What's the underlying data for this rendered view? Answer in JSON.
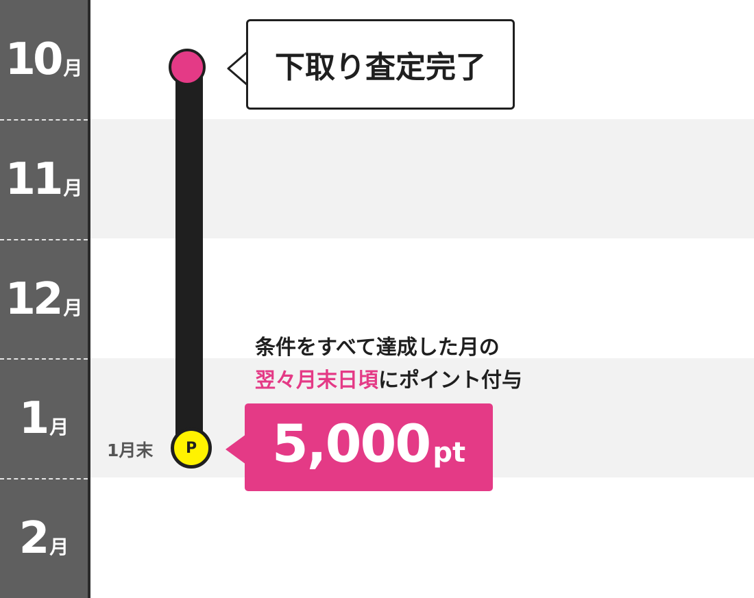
{
  "months": [
    {
      "num": "10",
      "unit": "月"
    },
    {
      "num": "11",
      "unit": "月"
    },
    {
      "num": "12",
      "unit": "月"
    },
    {
      "num": "1",
      "unit": "月"
    },
    {
      "num": "2",
      "unit": "月"
    }
  ],
  "start_event": {
    "label": "下取り査定完了"
  },
  "end_event": {
    "label": "1月末",
    "marker": "P"
  },
  "condition": {
    "line1": "条件をすべて達成した月の",
    "line2_highlight": "翌々月末日頃",
    "line2_rest": "にポイント付与"
  },
  "points": {
    "value": "5,000",
    "unit": "pt"
  },
  "colors": {
    "accent": "#e43a86",
    "marker": "#fff200",
    "sidebar": "#5f5f5f",
    "band": "#f2f2f2",
    "track": "#1f1f1f"
  },
  "icons": {
    "point_marker": "point-coin-icon"
  }
}
